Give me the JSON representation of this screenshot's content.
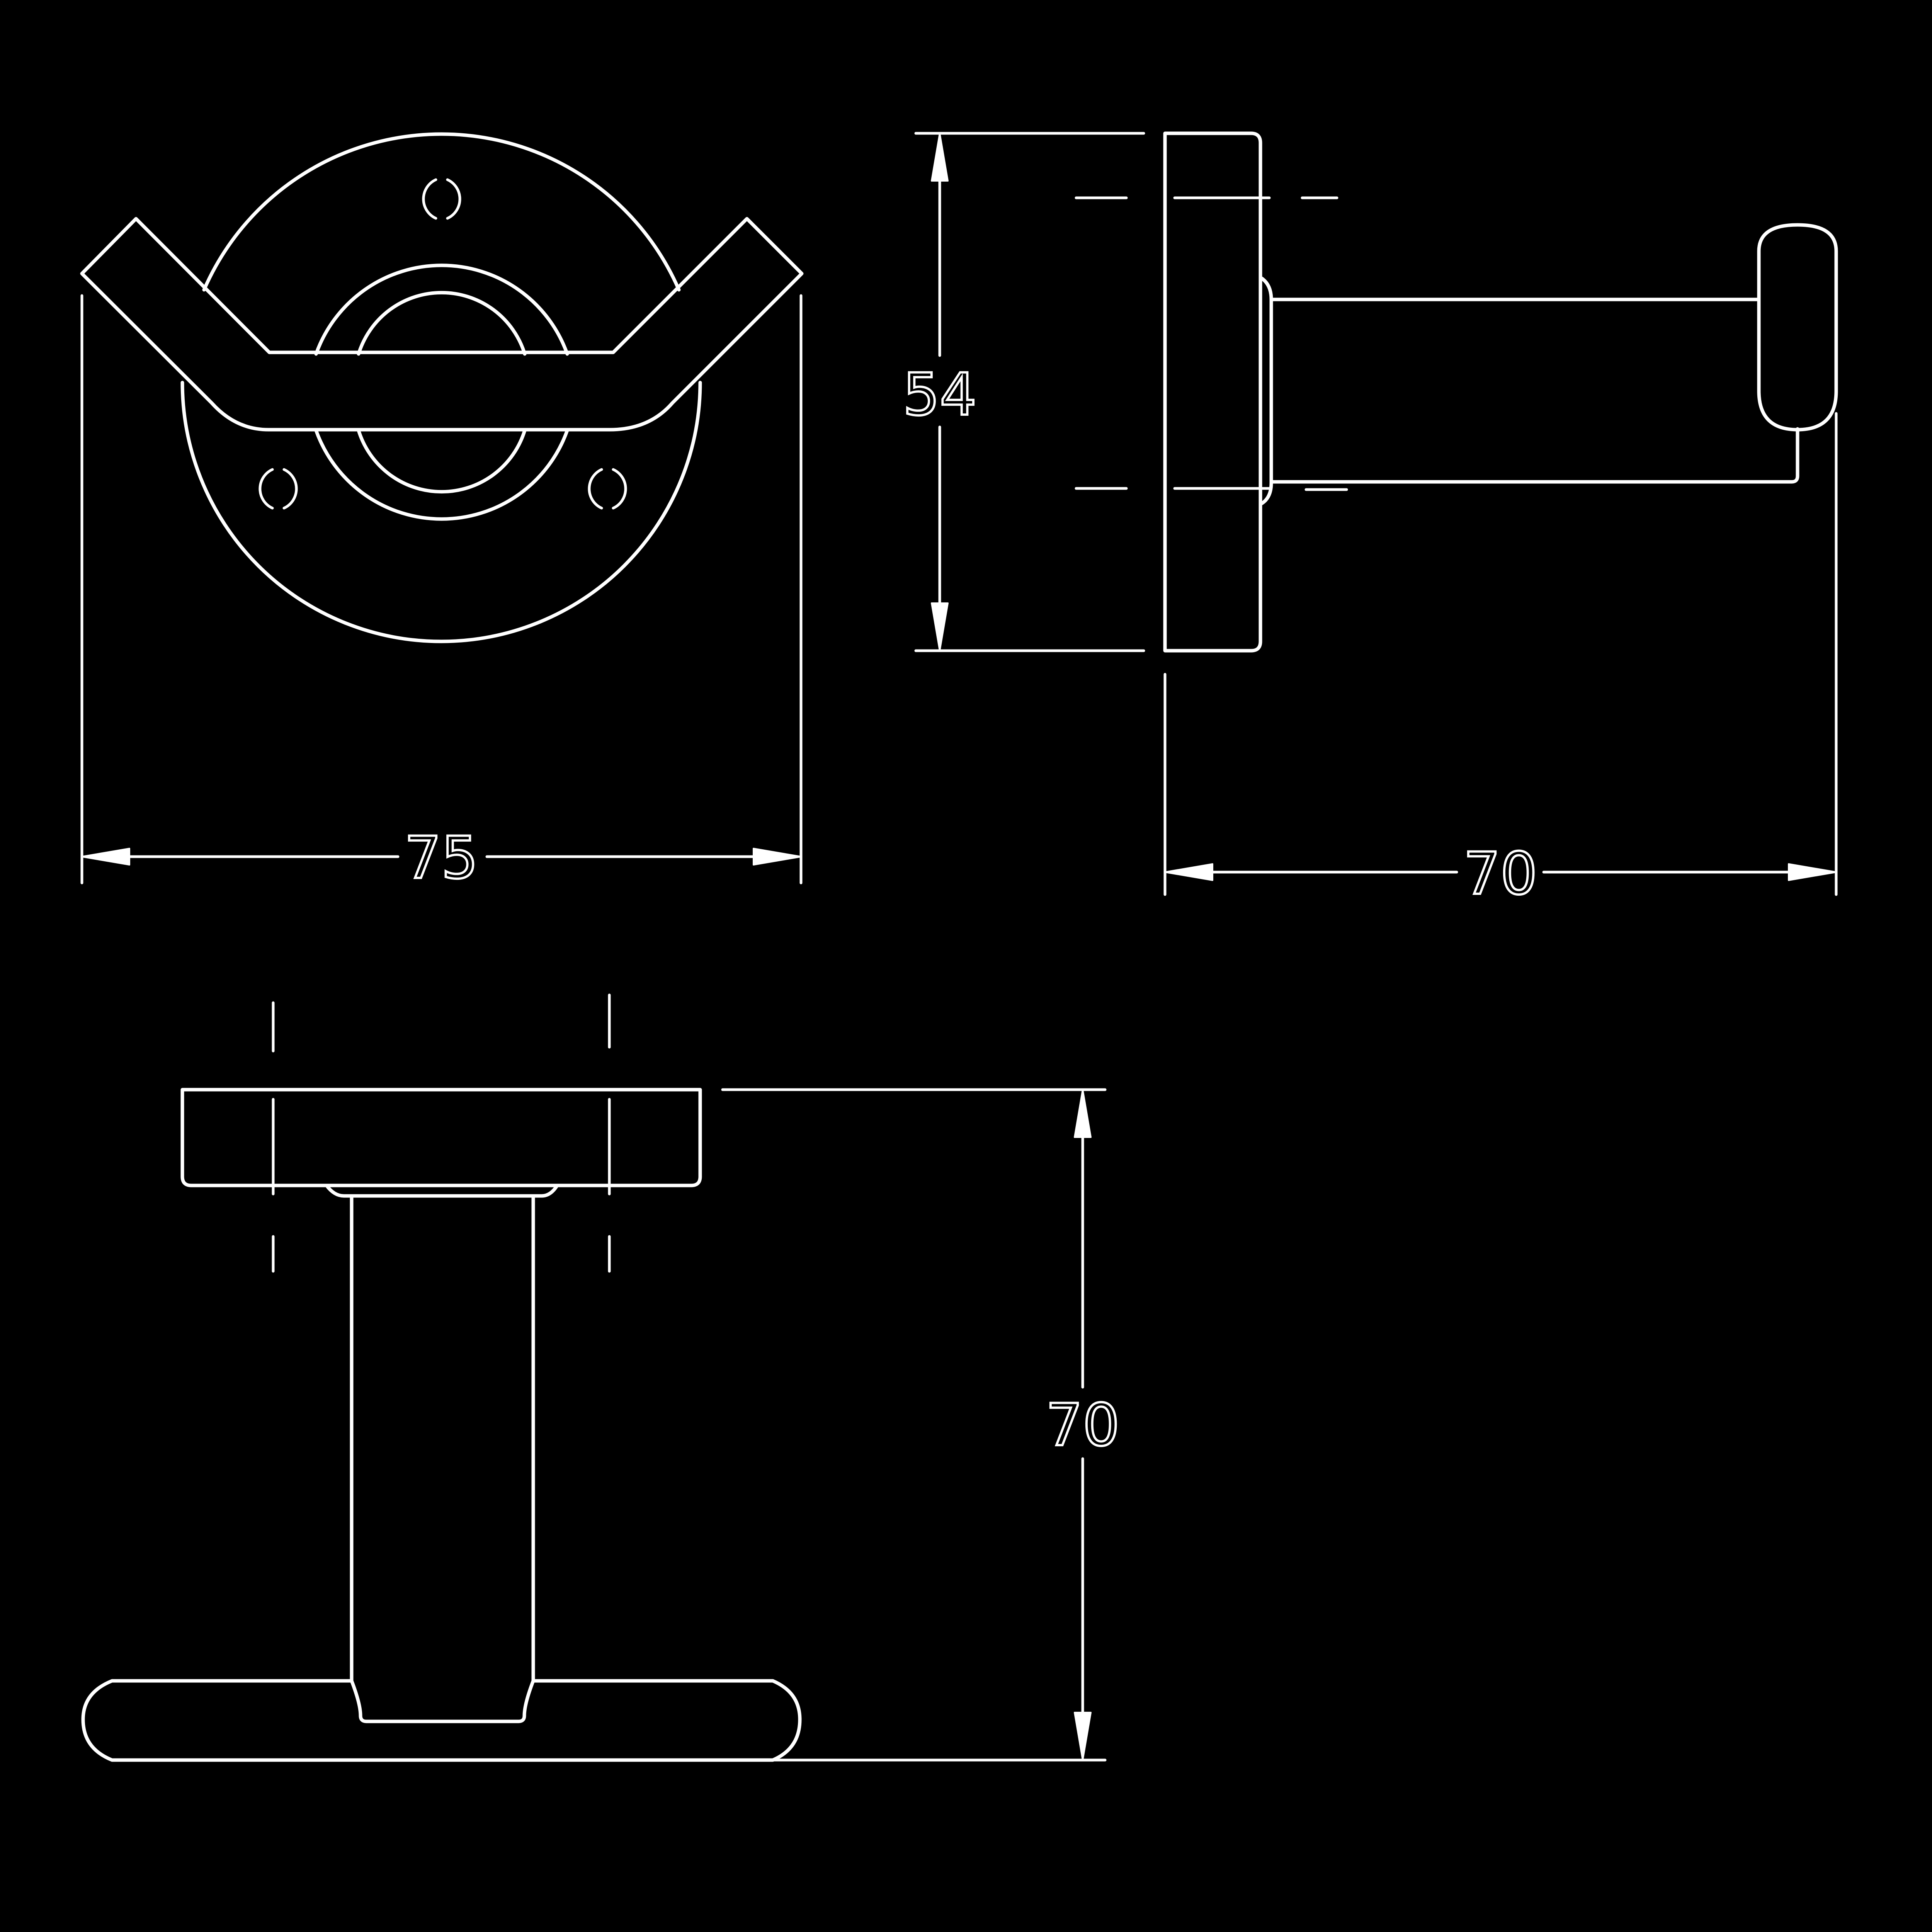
{
  "dimensions": {
    "front_width": "75",
    "side_height": "54",
    "side_depth": "70",
    "top_depth": "70"
  },
  "colors": {
    "background": "#000000",
    "line": "#ffffff"
  }
}
